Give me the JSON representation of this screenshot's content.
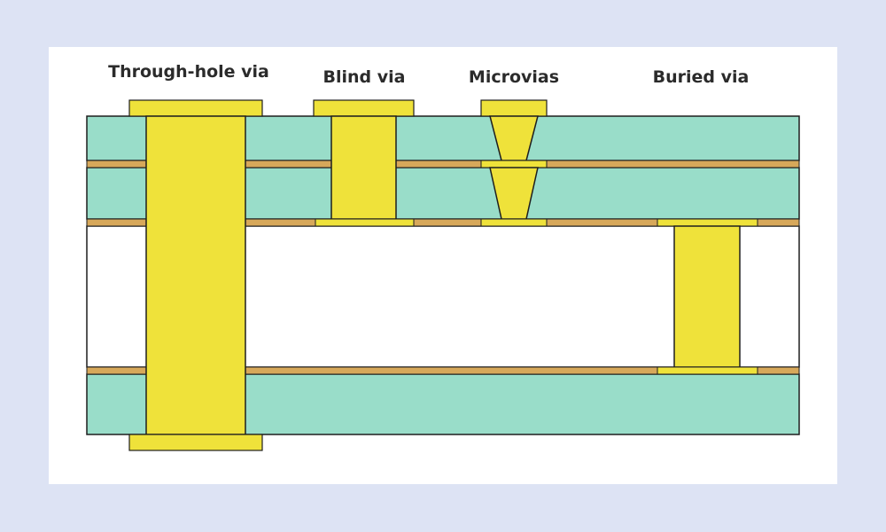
{
  "labels": {
    "through_hole": "Through-hole via",
    "blind": "Blind via",
    "microvias": "Microvias",
    "buried": "Buried via"
  },
  "colors": {
    "page_background": "#dde3f4",
    "card_background": "#ffffff",
    "dielectric": "#99ddc9",
    "copper_foil": "#d7a85a",
    "via_fill": "#efe23a",
    "outline": "#1e1e1e",
    "core_gap": "#ffffff"
  }
}
